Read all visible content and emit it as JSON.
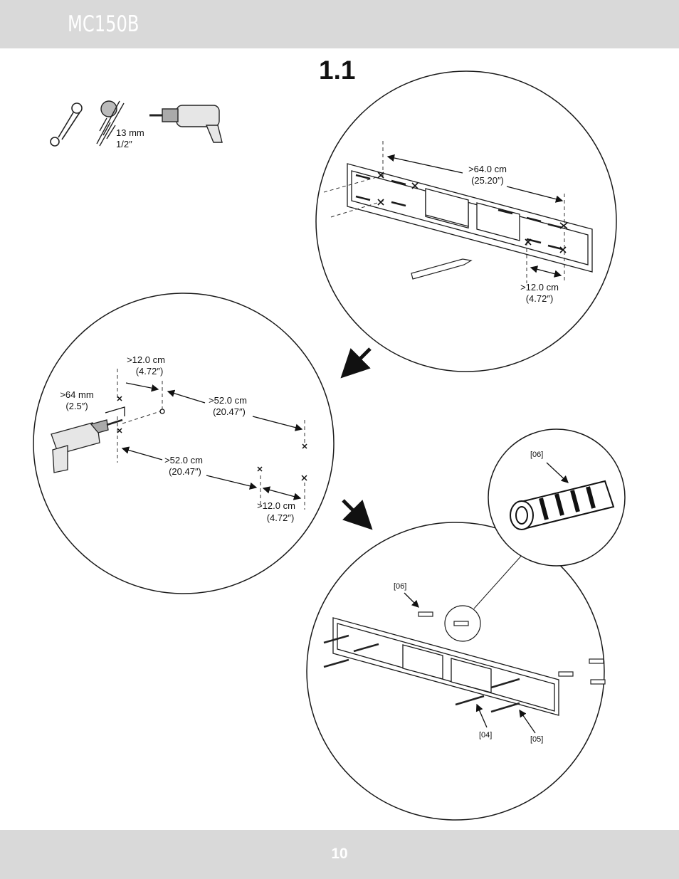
{
  "header": {
    "model": "MC150B"
  },
  "step": {
    "number": "1.1"
  },
  "tools": {
    "items": [
      "wrench-icon",
      "masonry-bit-icon",
      "drill-icon"
    ],
    "bit_size_mm": "13 mm",
    "bit_size_in": "1/2″"
  },
  "circle_top": {
    "horizontal_dim_cm": ">64.0 cm",
    "horizontal_dim_in": "(25.20″)",
    "offset_dim_cm": ">12.0 cm",
    "offset_dim_in": "(4.72″)"
  },
  "circle_left": {
    "top_offset_cm": ">12.0 cm",
    "top_offset_in": "(4.72″)",
    "depth_mm": ">64 mm",
    "depth_in": "(2.5″)",
    "upper_span_cm": ">52.0 cm",
    "upper_span_in": "(20.47″)",
    "lower_span_cm": ">52.0 cm",
    "lower_span_in": "(20.47″)",
    "bottom_offset_cm": ">12.0 cm",
    "bottom_offset_in": "(4.72″)"
  },
  "circle_bottom": {
    "anchor_label": "[06]",
    "screw_label": "[04]",
    "washer_label": "[05]"
  },
  "detail_circle": {
    "anchor_label": "[06]"
  },
  "footer": {
    "page": "10"
  },
  "colors": {
    "bar_gray": "#d9d9d9",
    "line": "#1a1a1a"
  }
}
